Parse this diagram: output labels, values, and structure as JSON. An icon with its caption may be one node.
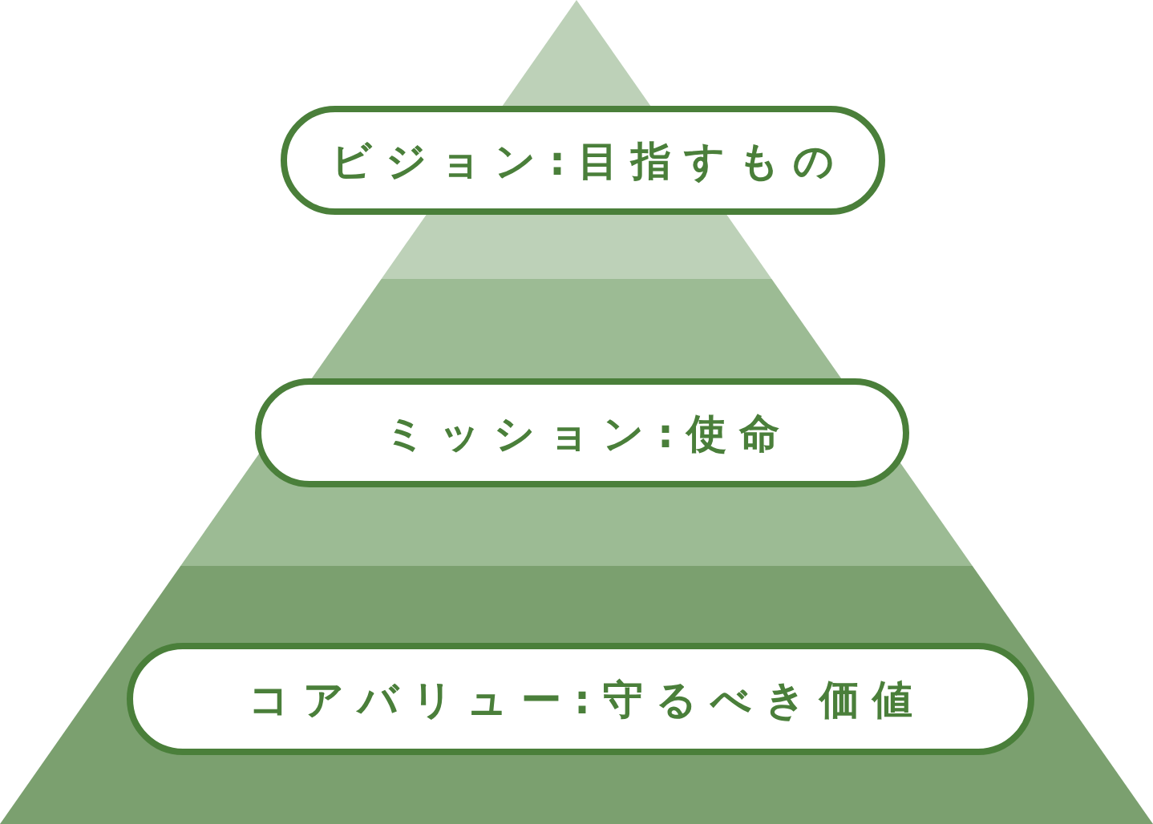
{
  "diagram": {
    "nodes": [
      {
        "text": [
          "ビジョン:目指すもの"
        ]
      },
      {
        "text": [
          "ミッション:使命"
        ]
      },
      {
        "text": [
          "コアバリュー:守るべき価値"
        ]
      }
    ],
    "edges": []
  }
}
